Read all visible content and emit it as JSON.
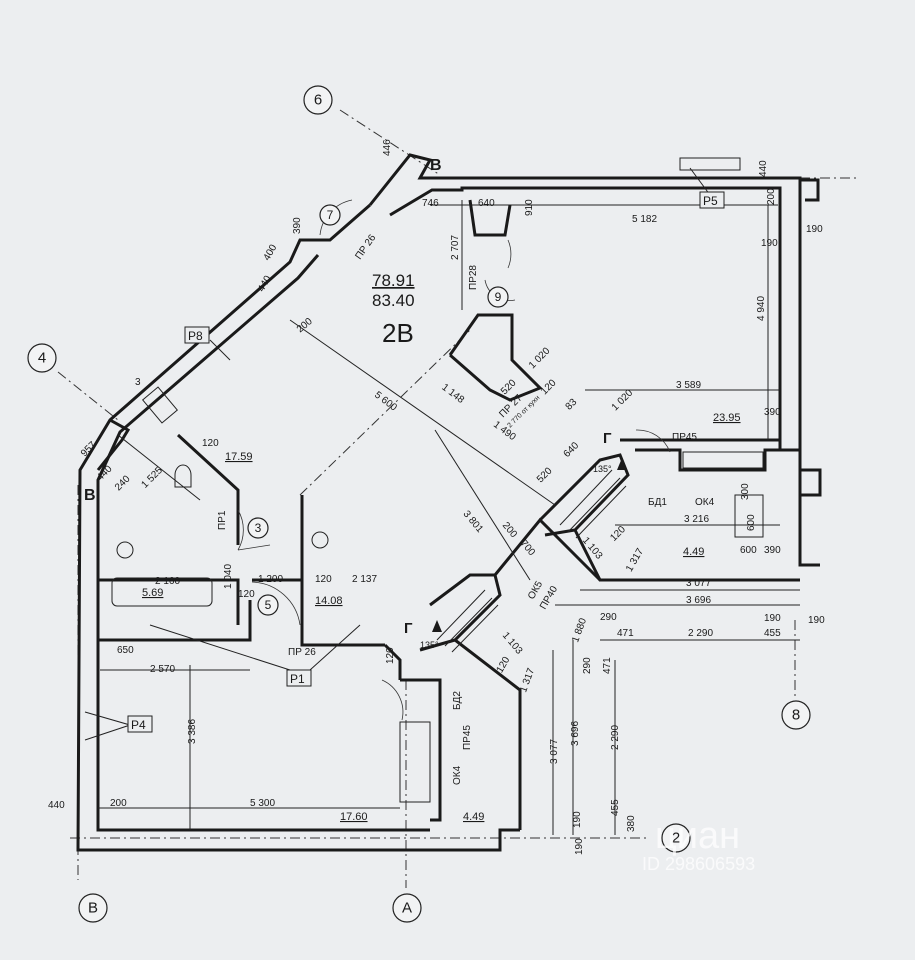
{
  "apartment": {
    "living_area": "78.91",
    "total_area": "83.40",
    "type": "2В"
  },
  "rooms": [
    {
      "id": "7",
      "area": ""
    },
    {
      "id": "9",
      "area": ""
    },
    {
      "id": "3",
      "area": "17.59"
    },
    {
      "id": "5",
      "area": "14.08"
    },
    {
      "id": "bath",
      "area": "5.69"
    },
    {
      "id": "living",
      "area": "17.60"
    },
    {
      "id": "loggia-top",
      "area": "23.95"
    },
    {
      "id": "balcony-right",
      "area": "4.49"
    },
    {
      "id": "balcony-bottom",
      "area": "4.49"
    }
  ],
  "axes": {
    "a6": "6",
    "a4": "4",
    "a8": "8",
    "a2": "2",
    "aB": "В",
    "aA": "А"
  },
  "section_marks": {
    "top": "В",
    "left": "В"
  },
  "doorways": {
    "pr26_top": "ПР 26",
    "pr28": "ПР28",
    "pr27": "ПР 27",
    "pr27_note": "2 770 от кухн",
    "pr1": "ПР1",
    "pr26_mid": "ПР 26",
    "pr45_right": "ПР45",
    "pr45_bottom": "ПР45",
    "pr40": "ПР40",
    "ok4_right": "ОК4",
    "ok4_bottom": "ОК4",
    "ok5": "ОК5",
    "bd1": "БД1",
    "bd2": "БД2",
    "angle1": "135°",
    "angle2": "135°",
    "g1": "Г",
    "g2": "Г"
  },
  "tags": {
    "p5": "Р5",
    "p8": "Р8",
    "p1": "Р1",
    "p4": "Р4",
    "n3": "3"
  },
  "dimensions": {
    "d446": "446",
    "d440a": "440",
    "d746": "746",
    "d640": "640",
    "d910": "910",
    "d5182": "5 182",
    "d200a": "200",
    "d190a": "190",
    "d190b": "190",
    "d390a": "390",
    "d400": "400",
    "d440b": "440",
    "d200b": "200",
    "d2707": "2 707",
    "d4940": "4 940",
    "d5600": "5 600",
    "d1148": "1 148",
    "d1020a": "1 020",
    "d1020b": "1 020",
    "d520a": "520",
    "d120a": "120",
    "d83": "83",
    "d3589": "3 589",
    "d390b": "390",
    "d1490": "1 490",
    "d640b": "640",
    "d957": "957",
    "d1525": "1 525",
    "d440c": "440",
    "d240": "240",
    "d120b": "120",
    "d520b": "520",
    "d300": "300",
    "d3216": "3 216",
    "d600a": "600",
    "d600b": "600",
    "d390c": "390",
    "d1103a": "1 103",
    "d120c": "120",
    "d1317": "1 317",
    "d3801": "3 801",
    "d200c": "200",
    "d700": "700",
    "d3077a": "3 077",
    "d3696a": "3 696",
    "d290a": "290",
    "d1880": "1 880",
    "d471a": "471",
    "d2290a": "2 290",
    "d455a": "455",
    "d190c": "190",
    "d190d": "190",
    "d2160": "2 160",
    "d1040": "1 040",
    "d1200": "1 200",
    "d120d": "120",
    "d2137": "2 137",
    "d120e": "120",
    "d650": "650",
    "d2570": "2 570",
    "d120f": "120",
    "d1103b": "1 103",
    "d120g": "120",
    "d1317b": "1 317",
    "d290b": "290",
    "d471b": "471",
    "d3386": "3 386",
    "d3077b": "3 077",
    "d3696b": "3 696",
    "d2290b": "2 290",
    "d455b": "455",
    "d190e": "190",
    "d380": "380",
    "d190f": "190",
    "d440d": "440",
    "d200d": "200",
    "d5300": "5 300"
  },
  "watermark": {
    "brand": "циан",
    "id": "ID 298606593"
  }
}
